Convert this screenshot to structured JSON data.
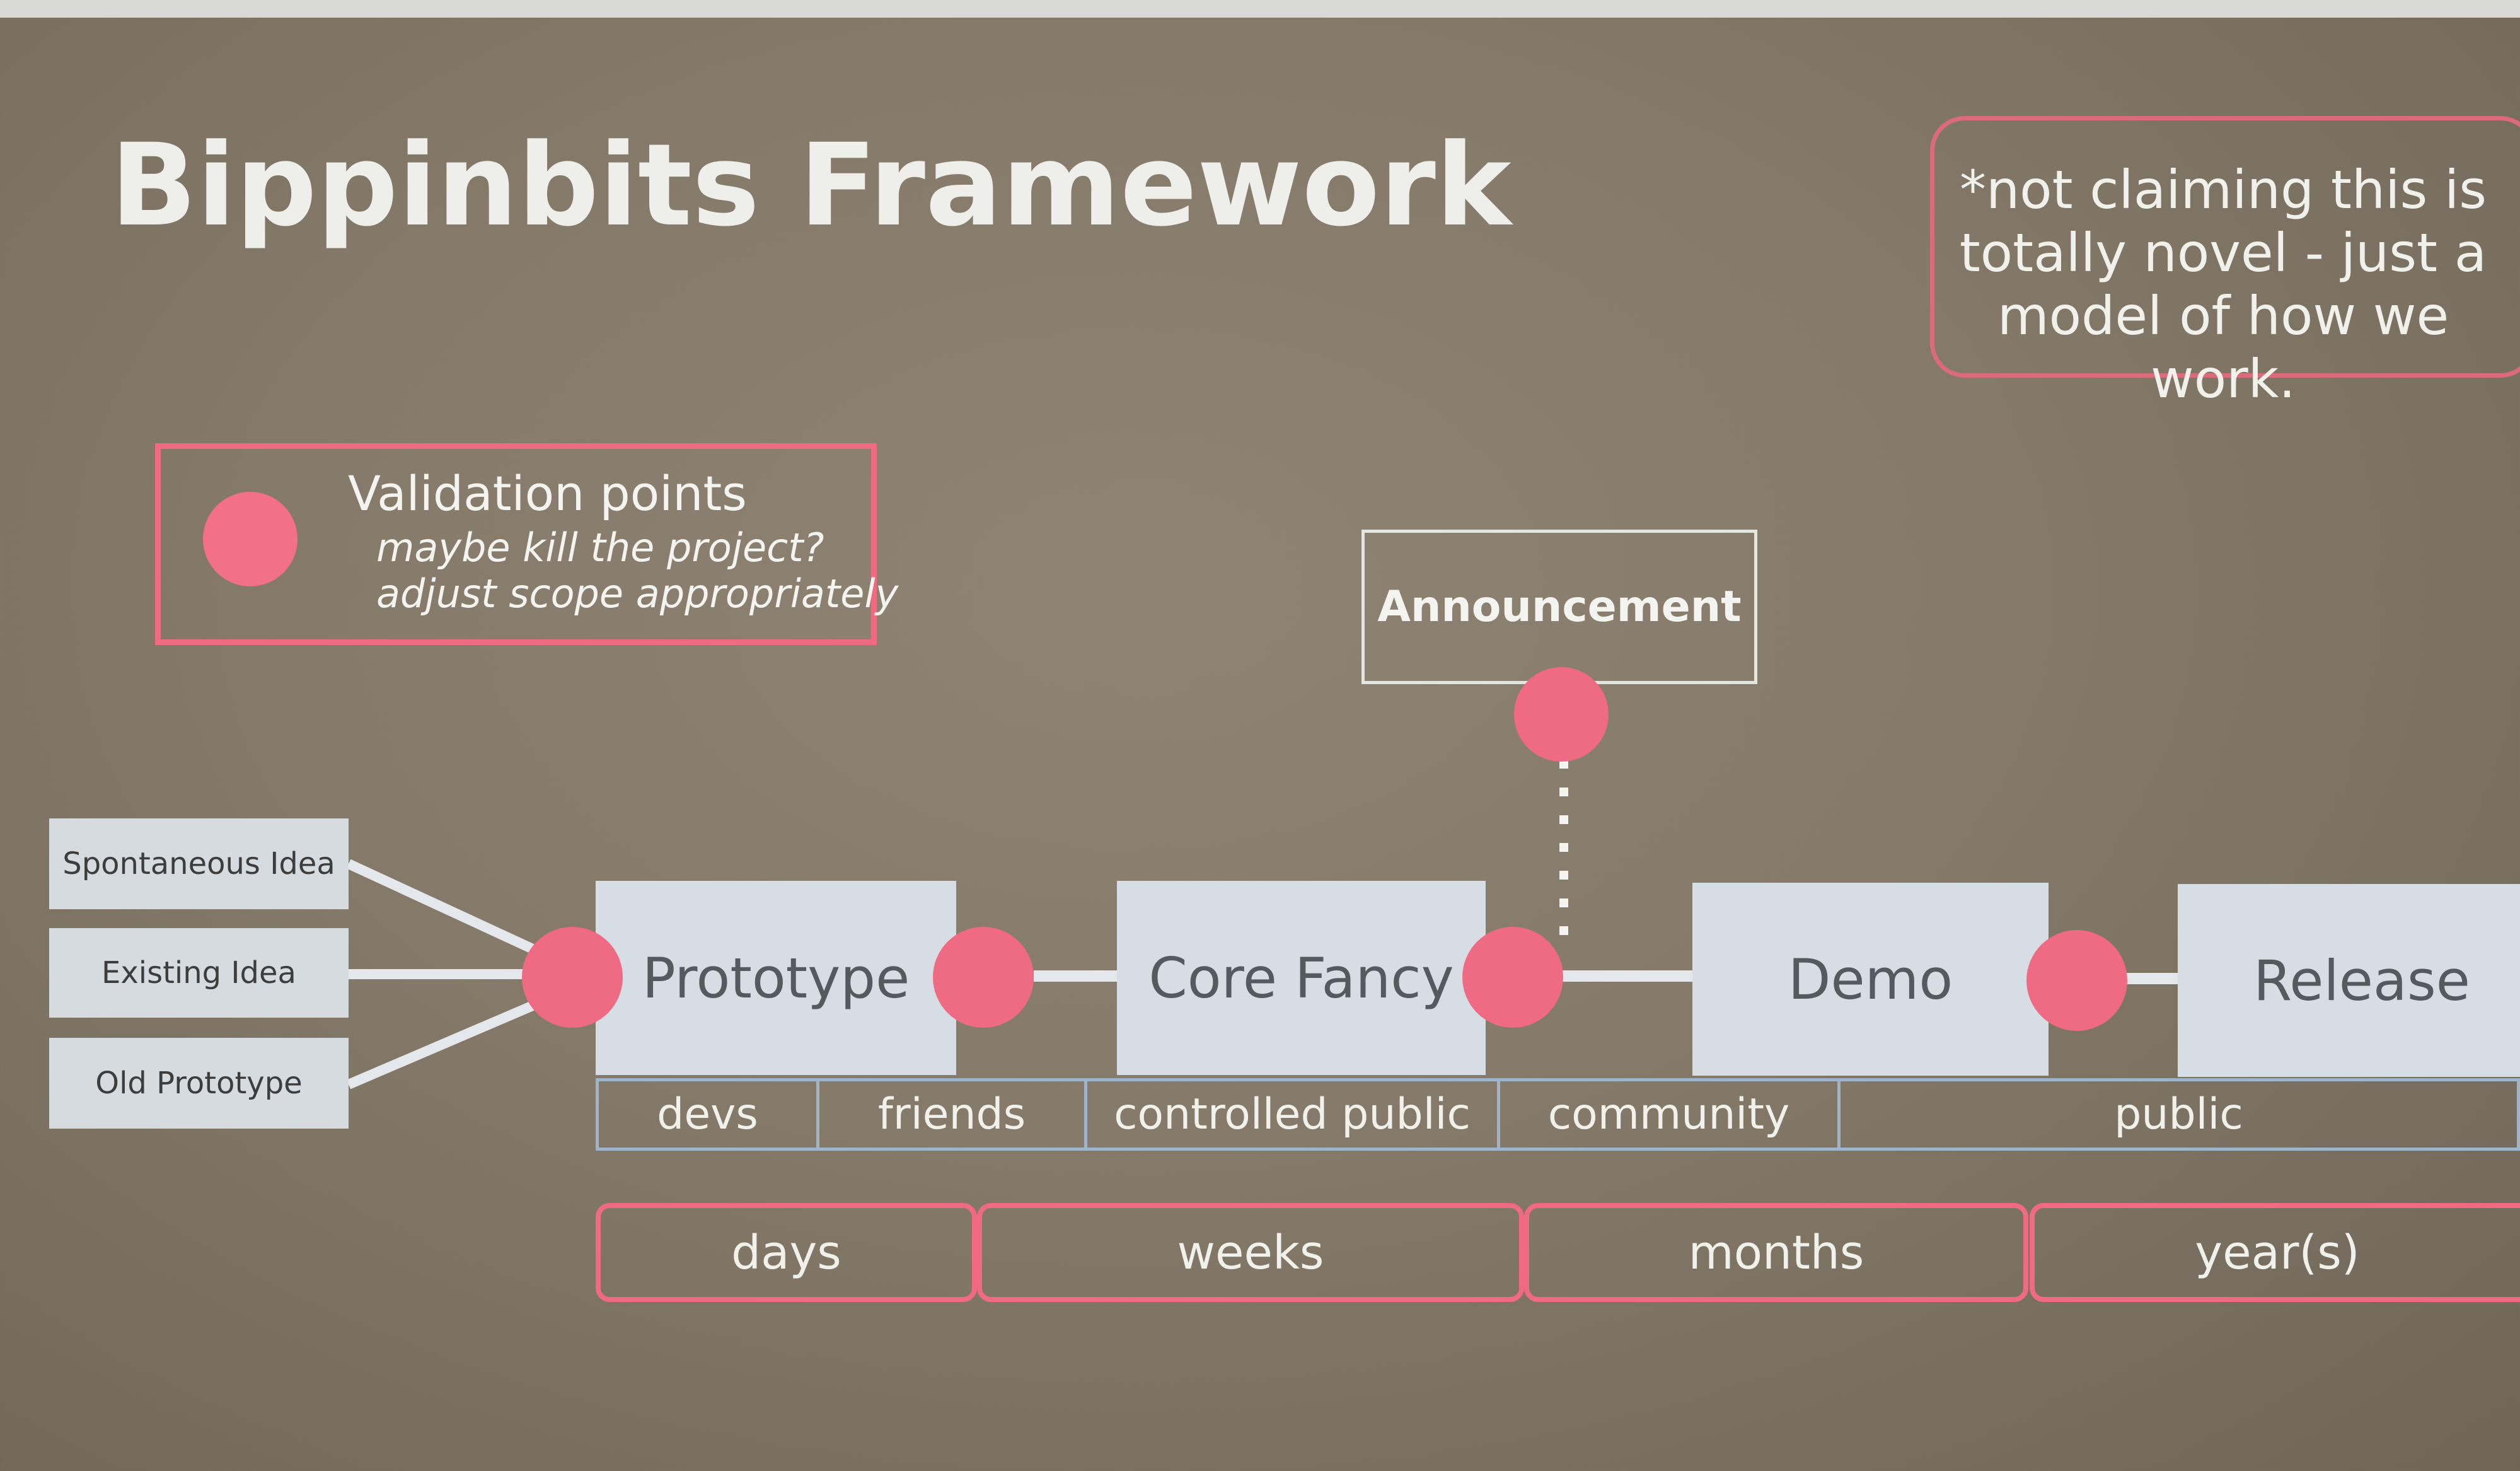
{
  "title": "Bippinbits Framework",
  "disclaimer": "*not claiming this is totally novel - just a model of how we work.",
  "legend": {
    "title": "Validation points",
    "lines": [
      "maybe kill the project?",
      "adjust scope appropriately"
    ]
  },
  "announcement": "Announcement",
  "sources": [
    "Spontaneous Idea",
    "Existing Idea",
    "Old Prototype"
  ],
  "stages": [
    "Prototype",
    "Core Fancy",
    "Demo",
    "Release"
  ],
  "audiences": [
    "devs",
    "friends",
    "controlled public",
    "community",
    "public"
  ],
  "timescales": [
    "days",
    "weeks",
    "months",
    "year(s)"
  ],
  "colors": {
    "validation_point": "#ef6b84",
    "legend_border": "#f06a82",
    "stage_fill": "#d6dde5",
    "audience_border": "#9fb4c9",
    "background": "#857a69"
  }
}
